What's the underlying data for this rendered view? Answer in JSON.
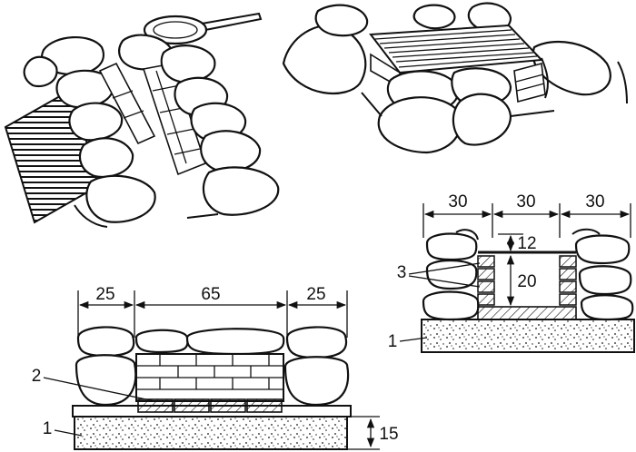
{
  "bottom_section": {
    "dimensions": {
      "left": "25",
      "middle": "65",
      "right": "25",
      "height": "15"
    },
    "labels": {
      "item_2": "2",
      "item_1": "1"
    }
  },
  "right_section": {
    "dimensions": {
      "left": "30",
      "middle": "30",
      "right": "30",
      "gap": "12",
      "height": "20"
    },
    "labels": {
      "item_3": "3",
      "item_1": "1"
    }
  },
  "colors": {
    "line": "#111111",
    "background": "#ffffff"
  }
}
